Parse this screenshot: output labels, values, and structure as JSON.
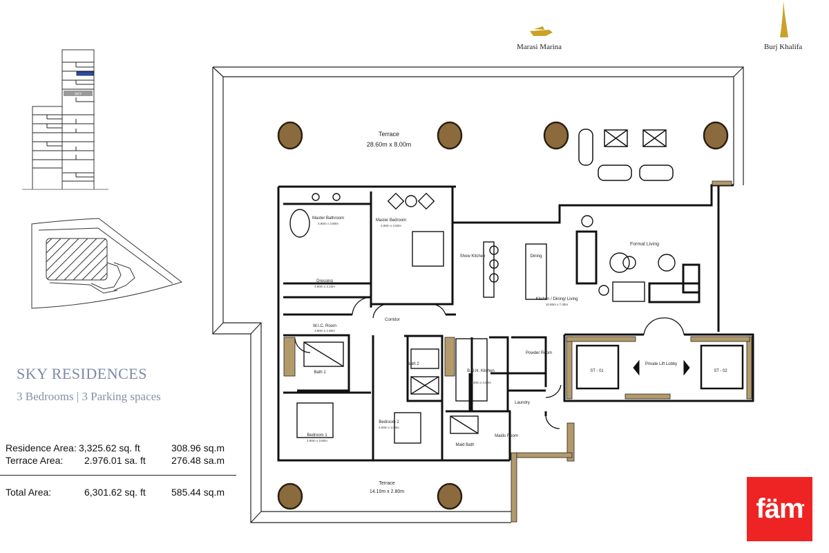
{
  "project": {
    "title": "SKY RESIDENCES",
    "subtitle": "3 Bedrooms | 3 Parking spaces",
    "tower_floor_label": "SKY"
  },
  "areas": [
    {
      "label": "Residence Area:",
      "sqft": "3,325.62 sq. ft",
      "sqm": "308.96 sq.m"
    },
    {
      "label": "Terrace Area:",
      "sqft": "2.976.01 sa. ft",
      "sqm": "276.48 sa.m"
    }
  ],
  "total": {
    "label": "Total Area:",
    "sqft": "6,301.62 sq. ft",
    "sqm": "585.44 sq.m"
  },
  "landmarks": {
    "marina": "Marasi Marina",
    "burj": "Burj Khalifa"
  },
  "brand": {
    "logo_text": "fäm",
    "color": "#ee2424"
  },
  "colors": {
    "wall": "#111111",
    "gold_wall": "#b39a6b",
    "column": "#8b6b3e",
    "title": "#7d89a6",
    "highlight_floor": "#2b4fa8"
  },
  "rooms": {
    "terrace_top": "Terrace",
    "terrace_top_dim": "28.60m x 8.00m",
    "terrace_bottom": "Terrace",
    "terrace_bottom_dim": "14.10m x 2.80m",
    "master_bathroom": "Master Bathroom",
    "master_bathroom_dim": "4.80m x 3.80m",
    "master_bedroom": "Master Bedroom",
    "master_bedroom_dim": "4.80m x 4.50m",
    "dressing": "Dressing",
    "dressing_dim": "4.80m x 3.10m",
    "corridor": "Corridor",
    "wic": "W.I.C. Room",
    "wic_dim": "4.80m x 1.80m",
    "bath1": "Bath 1",
    "bath2": "Bath 2",
    "bedroom1": "Bedroom 1",
    "bedroom1_dim": "4.80m x 3.60m",
    "bedroom2": "Bedroom 2",
    "bedroom2_dim": "4.00m x 3.80m",
    "boh_kitchen": "B.O.H. Kitchen",
    "boh_kitchen_dim": "3.40m x 4.50m",
    "powder": "Powder Room",
    "laundry": "Laundry",
    "maids_room": "Maids Room",
    "maids_bath": "Maid Bath",
    "show_kitchen": "Show Kitchen",
    "dining": "Dining",
    "formal_living": "Formal Living",
    "kdl": "Kitchen / Dining/ Living",
    "kdl_dim": "10.80m x 7.30m",
    "lift_lobby": "Private Lift Lobby",
    "st01": "ST - 01",
    "st02": "ST - 02"
  }
}
